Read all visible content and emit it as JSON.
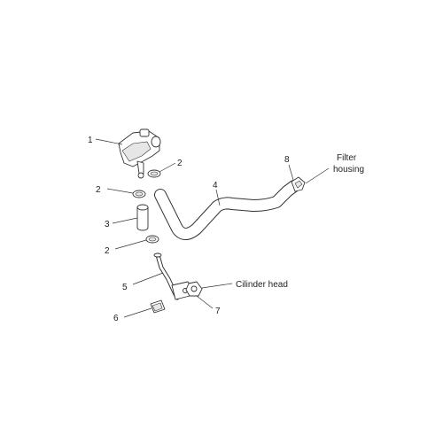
{
  "callouts": {
    "c1": "1",
    "c2a": "2",
    "c2b": "2",
    "c2c": "2",
    "c3": "3",
    "c4": "4",
    "c5": "5",
    "c6": "6",
    "c7": "7",
    "c8": "8"
  },
  "notes": {
    "filter_line1": "Filter",
    "filter_line2": "housing",
    "cylinder_head": "Cilinder head"
  }
}
